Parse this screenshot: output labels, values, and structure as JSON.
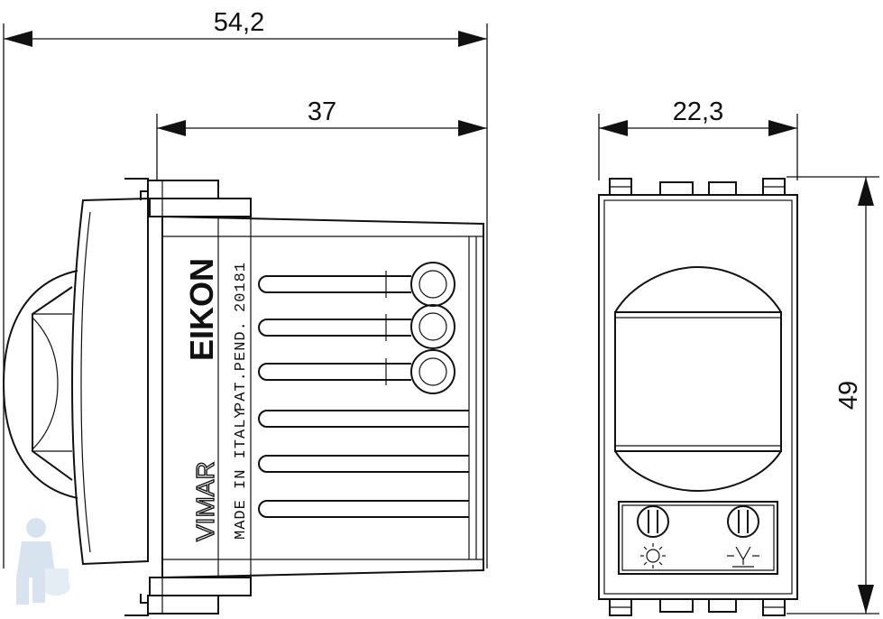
{
  "dimensions": {
    "overall_depth": "54,2",
    "body_depth": "37",
    "width": "22,3",
    "height": "49"
  },
  "side_view": {
    "brand": "EIKON",
    "part_number": "20181",
    "patent_note": "PAT.PEND.",
    "maker": "VIMAR",
    "origin": "MADE IN ITALY"
  },
  "front_view": {
    "knob_left_icon": "sun-icon",
    "knob_right_icon": "lamp-icon"
  },
  "colors": {
    "line": "#111111",
    "background": "#ffffff"
  }
}
